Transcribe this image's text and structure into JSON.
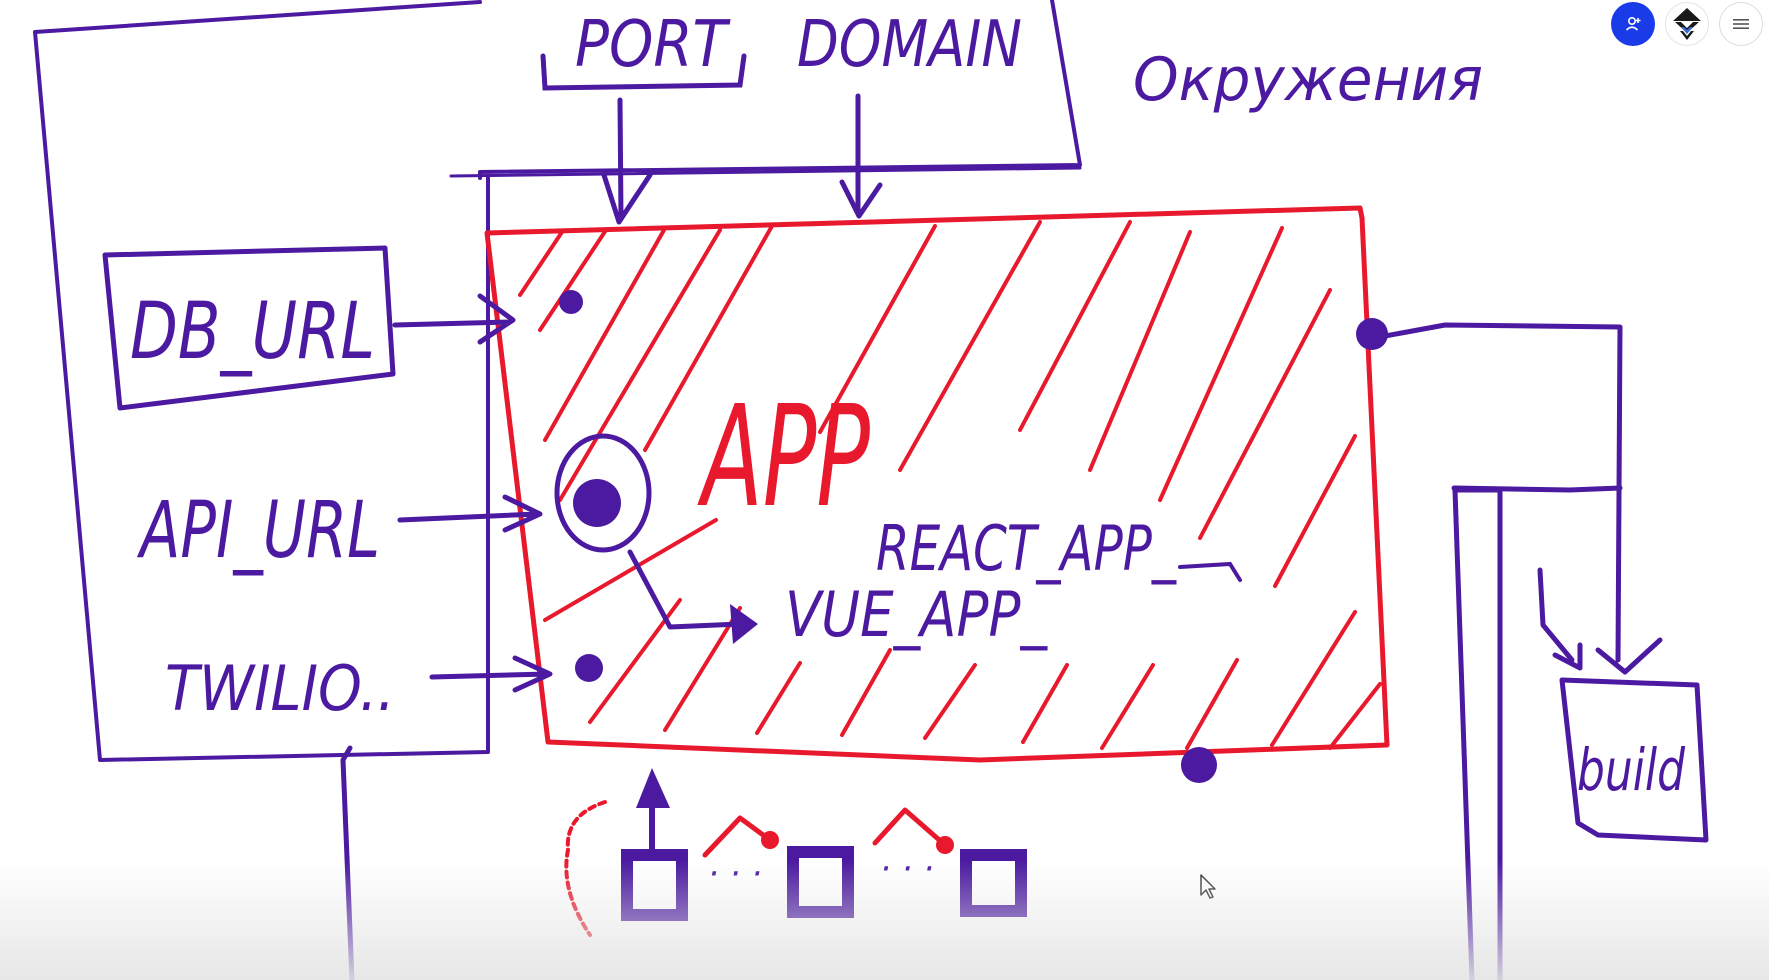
{
  "diagram": {
    "top_labels": {
      "port": "PORT",
      "domain": "DOMAIN",
      "environments": "Окружения"
    },
    "left_vars": {
      "db_url": "DB_URL",
      "api_url": "API_URL",
      "twilio": "TWILIO.."
    },
    "app": {
      "title": "APP",
      "react_prefix": "REACT_APP_",
      "vue_prefix": "VUE_APP_"
    },
    "build_label": "build",
    "dots": [
      "·  ·  ·",
      "·  ·  ·"
    ]
  },
  "toolbar": {
    "share_icon": "person-plus-icon",
    "logo_icon": "app-logo-icon",
    "menu_icon": "hamburger-menu-icon"
  },
  "colors": {
    "purple": "#4b1aa0",
    "red": "#e8192c",
    "share_button": "#1a3be8"
  }
}
